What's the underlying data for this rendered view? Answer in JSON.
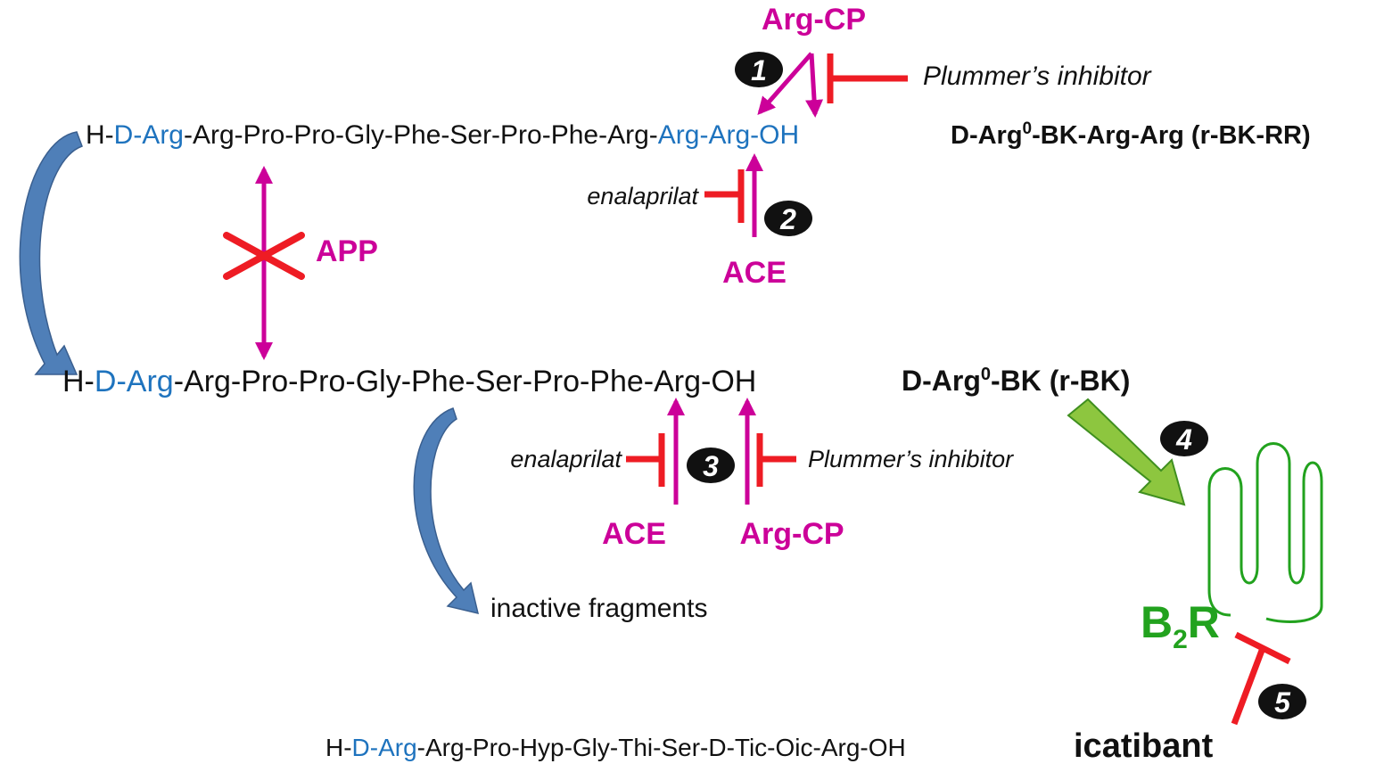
{
  "colors": {
    "enzyme": "#cc0099",
    "inhibitor": "#ee1c24",
    "d_residue": "#1e73be",
    "receptor": "#22a21e",
    "flow_arrow": "#4f7fb8",
    "text": "#111111"
  },
  "peptides": {
    "r_bk_rr": {
      "seq_h": "H-",
      "seq_d": "D-Arg",
      "seq_mid": "-Arg-Pro-Pro-Gly-Phe-Ser-Pro-Phe-Arg-",
      "seq_tail": "Arg-Arg-OH",
      "name_a": "D-Arg",
      "name_sup": "0",
      "name_b": "-BK-Arg-Arg (r-BK-RR)"
    },
    "r_bk": {
      "seq_h": "H-",
      "seq_d": "D-Arg",
      "seq_rest": "-Arg-Pro-Pro-Gly-Phe-Ser-Pro-Phe-Arg-OH",
      "name_a": "D-Arg",
      "name_sup": "0",
      "name_b": "-BK (r-BK)"
    },
    "icatibant": {
      "seq_h": "H-",
      "seq_d": "D-Arg",
      "seq_rest": "-Arg-Pro-Hyp-Gly-Thi-Ser-D-Tic-Oic-Arg-OH",
      "name": "icatibant"
    }
  },
  "enzymes": {
    "arg_cp_top": "Arg-CP",
    "ace_top": "ACE",
    "app": "APP",
    "ace_bottom": "ACE",
    "arg_cp_bottom": "Arg-CP"
  },
  "inhibitors": {
    "plummer_top": "Plummer’s inhibitor",
    "enalaprilat_top": "enalaprilat",
    "enalaprilat_bottom": "enalaprilat",
    "plummer_bottom": "Plummer’s inhibitor"
  },
  "steps": [
    "1",
    "2",
    "3",
    "4",
    "5"
  ],
  "products": {
    "inactive": "inactive fragments"
  },
  "receptor": {
    "label": "B",
    "sub": "2",
    "tail": "R"
  }
}
